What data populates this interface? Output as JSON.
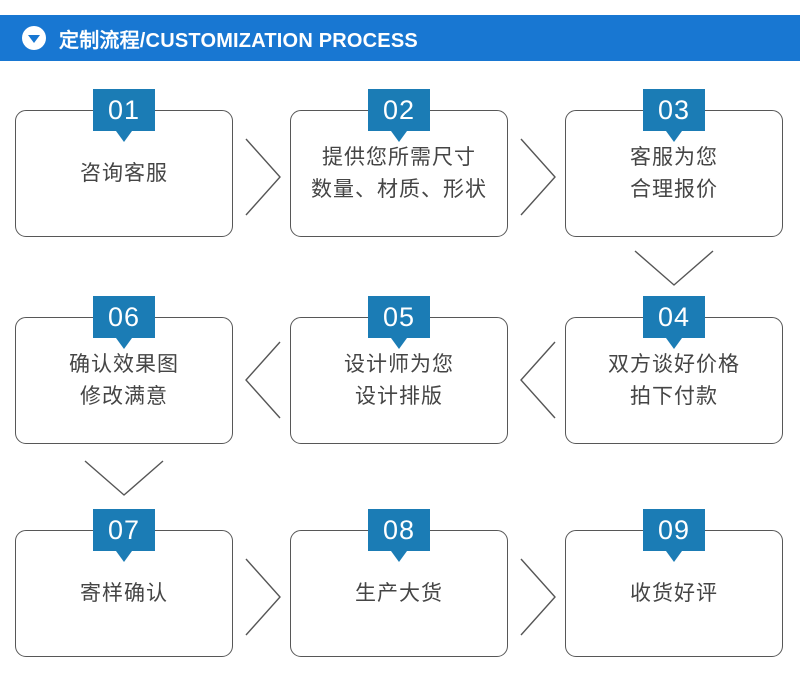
{
  "header": {
    "icon": "triangle-down-icon",
    "title": "定制流程/CUSTOMIZATION PROCESS",
    "bg_color": "#1877d2",
    "text_color": "#ffffff"
  },
  "theme": {
    "badge_color": "#1b7cb5",
    "box_border_color": "#575757",
    "label_color": "#454545",
    "connector_color": "#565656",
    "page_bg": "#ffffff"
  },
  "steps": [
    {
      "number": "01",
      "lines": [
        "咨询客服"
      ]
    },
    {
      "number": "02",
      "lines": [
        "提供您所需尺寸",
        "数量、材质、形状"
      ]
    },
    {
      "number": "03",
      "lines": [
        "客服为您",
        "合理报价"
      ]
    },
    {
      "number": "04",
      "lines": [
        "双方谈好价格",
        "拍下付款"
      ]
    },
    {
      "number": "05",
      "lines": [
        "设计师为您",
        "设计排版"
      ]
    },
    {
      "number": "06",
      "lines": [
        "确认效果图",
        "修改满意"
      ]
    },
    {
      "number": "07",
      "lines": [
        "寄样确认"
      ]
    },
    {
      "number": "08",
      "lines": [
        "生产大货"
      ]
    },
    {
      "number": "09",
      "lines": [
        "收货好评"
      ]
    }
  ],
  "connectors": [
    {
      "name": "connector-01-to-02",
      "direction": "right"
    },
    {
      "name": "connector-02-to-03",
      "direction": "right"
    },
    {
      "name": "connector-03-to-04",
      "direction": "down"
    },
    {
      "name": "connector-04-to-05",
      "direction": "left"
    },
    {
      "name": "connector-05-to-06",
      "direction": "left"
    },
    {
      "name": "connector-06-to-07",
      "direction": "down"
    },
    {
      "name": "connector-07-to-08",
      "direction": "right"
    },
    {
      "name": "connector-08-to-09",
      "direction": "right"
    }
  ]
}
